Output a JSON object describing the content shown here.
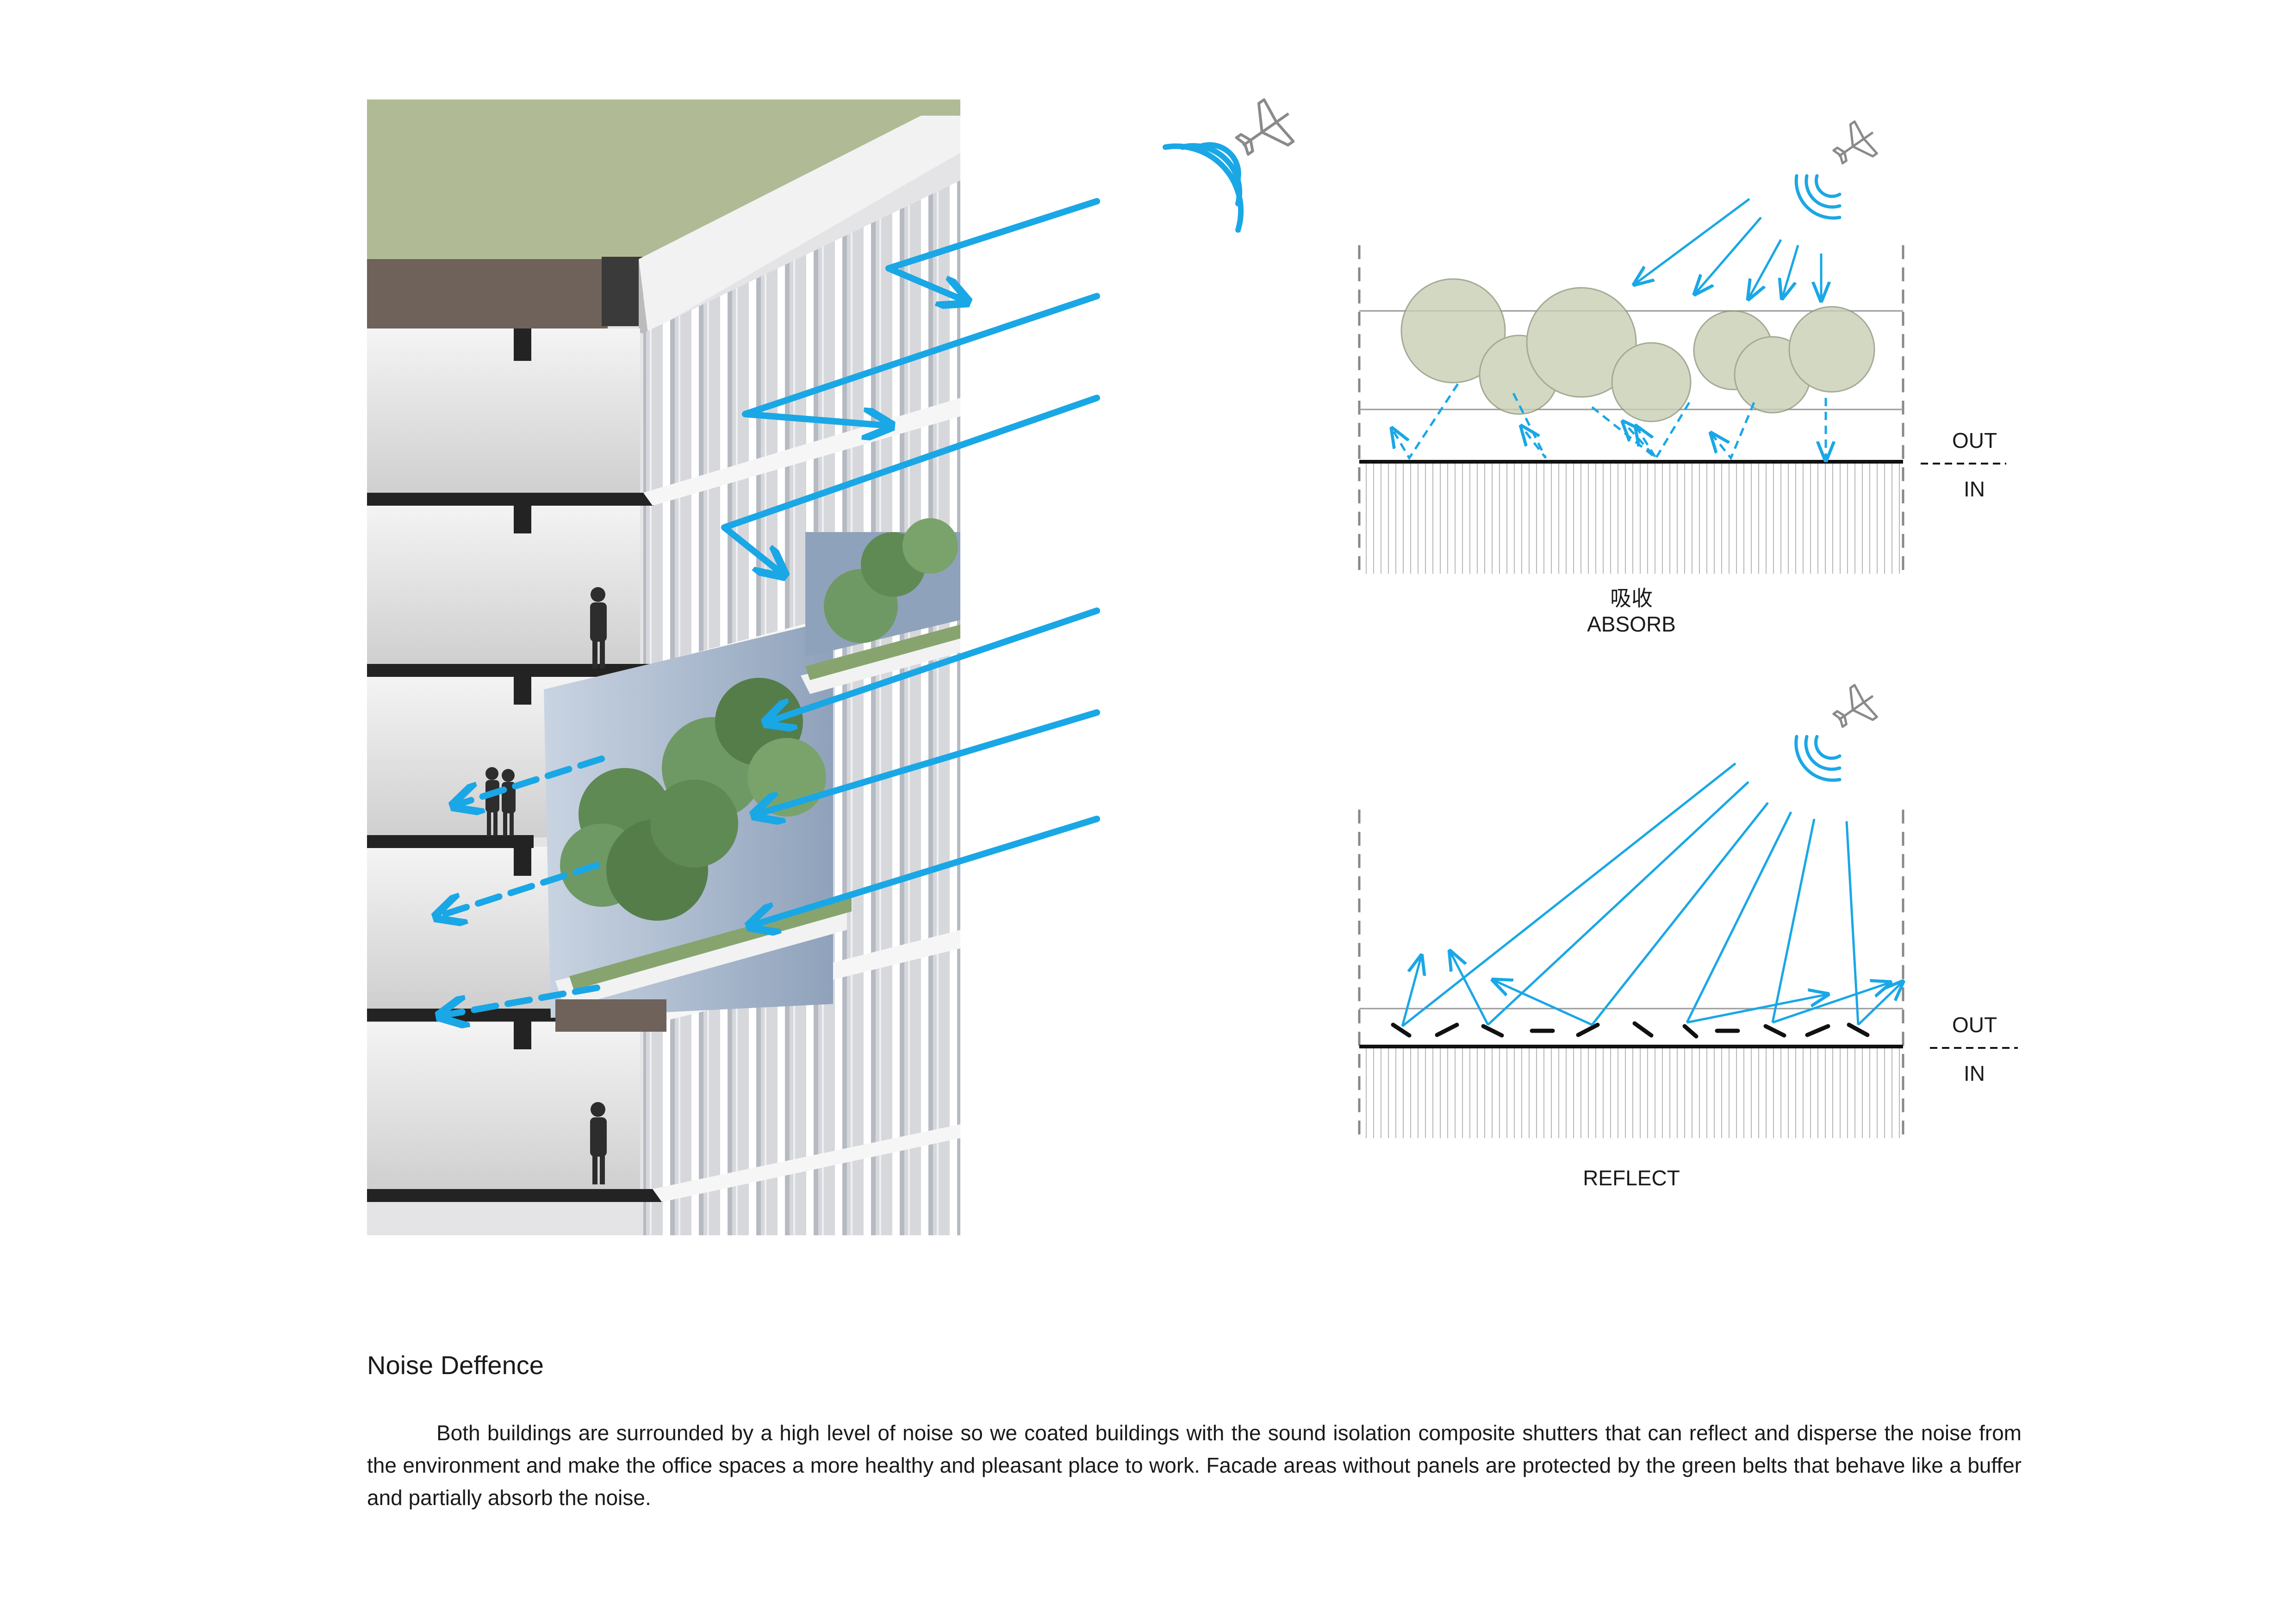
{
  "page": {
    "heading": "Noise Deffence",
    "body": "Both buildings are surrounded by a high level of noise so we coated buildings with the sound isolation composite shutters that can reflect and disperse the noise from the environment and make the office spaces a more healthy and pleasant place to work. Facade areas without panels are protected by the green belts that behave like a buffer and partially absorb the noise."
  },
  "absorb_diagram": {
    "label_cn": "吸收",
    "label_en": "ABSORB",
    "out_label": "OUT",
    "in_label": "IN"
  },
  "reflect_diagram": {
    "label_en": "REFLECT",
    "out_label": "OUT",
    "in_label": "IN"
  },
  "icons": {
    "source": "airplane-icon",
    "sound": "sound-waves-icon"
  },
  "colors": {
    "noise_arrow": "#1aa7e6",
    "green_belt": "#c9cfb4",
    "roof_grass": "#a8b58f",
    "slab": "#e9e9ea",
    "text": "#1a1a1a"
  }
}
